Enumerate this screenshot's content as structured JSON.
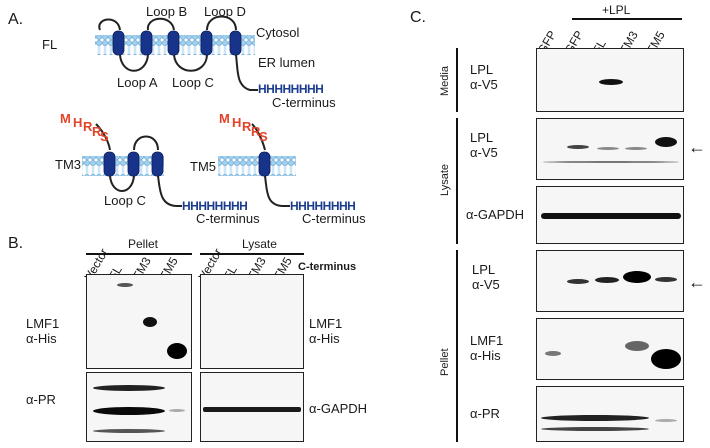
{
  "panelA": {
    "label": "A.",
    "fl_label": "FL",
    "loops": [
      "Loop A",
      "Loop B",
      "Loop C",
      "Loop D"
    ],
    "cytosol": "Cytosol",
    "er_lumen": "ER lumen",
    "his_tag": "HHHHHHHH",
    "c_terminus": "C-terminus",
    "tm3_label": "TM3",
    "tm5_label": "TM5",
    "tm3_loop": "Loop C",
    "marker_letters": [
      "M",
      "H",
      "R",
      "R",
      "S"
    ]
  },
  "panelB": {
    "label": "B.",
    "headers": [
      "Pellet",
      "Lysate"
    ],
    "lanes_pellet": [
      "Vector",
      "FL",
      "TM3",
      "TM5"
    ],
    "lanes_lysate": [
      "Vector",
      "FL",
      "TM3",
      "TM5"
    ],
    "extra_header": "C-terminus",
    "left_labels": [
      "LMF1\nα-His",
      "α-PR"
    ],
    "right_labels": [
      "LMF1\nα-His",
      "α-GAPDH"
    ]
  },
  "panelC": {
    "label": "C.",
    "group_header": "+LPL",
    "lanes": [
      "GFP",
      "GFP",
      "FL",
      "TM3",
      "TM5"
    ],
    "side_labels": [
      "Media",
      "Lysate",
      "Pellet"
    ],
    "row_labels": [
      "LPL\nα-V5",
      "LPL\nα-V5",
      "α-GAPDH",
      "LPL\nα-V5",
      "LMF1\nα-His",
      "α-PR"
    ],
    "arrow_glyph": "←"
  }
}
